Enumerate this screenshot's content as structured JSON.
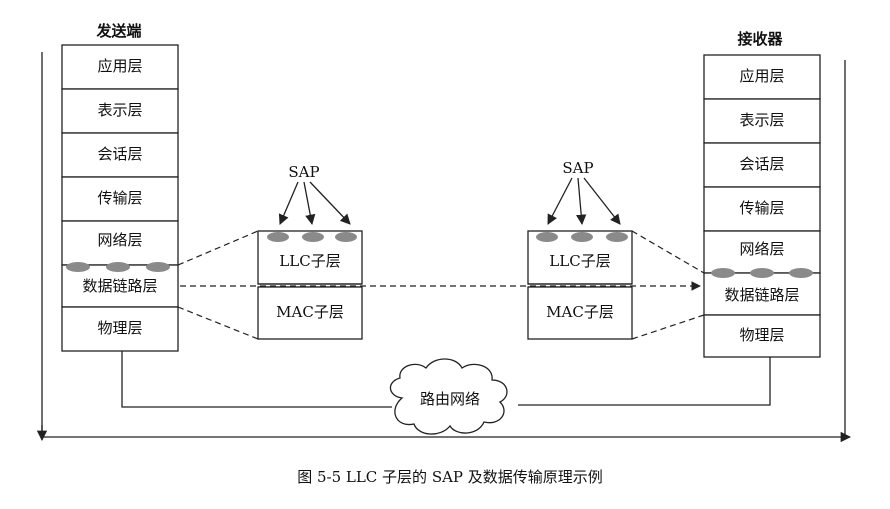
{
  "sender": {
    "title": "发送端",
    "layers": [
      "应用层",
      "表示层",
      "会话层",
      "传输层",
      "网络层",
      "数据链路层",
      "物理层"
    ]
  },
  "receiver": {
    "title": "接收器",
    "layers": [
      "应用层",
      "表示层",
      "会话层",
      "传输层",
      "网络层",
      "数据链路层",
      "物理层"
    ]
  },
  "llc_box_left": {
    "sap_label": "SAP",
    "llc_label": "LLC子层",
    "mac_label": "MAC子层"
  },
  "llc_box_right": {
    "sap_label": "SAP",
    "llc_label": "LLC子层",
    "mac_label": "MAC子层"
  },
  "network_cloud": {
    "label": "路由网络"
  },
  "caption": "图 5-5   LLC 子层的 SAP 及数据传输原理示例"
}
